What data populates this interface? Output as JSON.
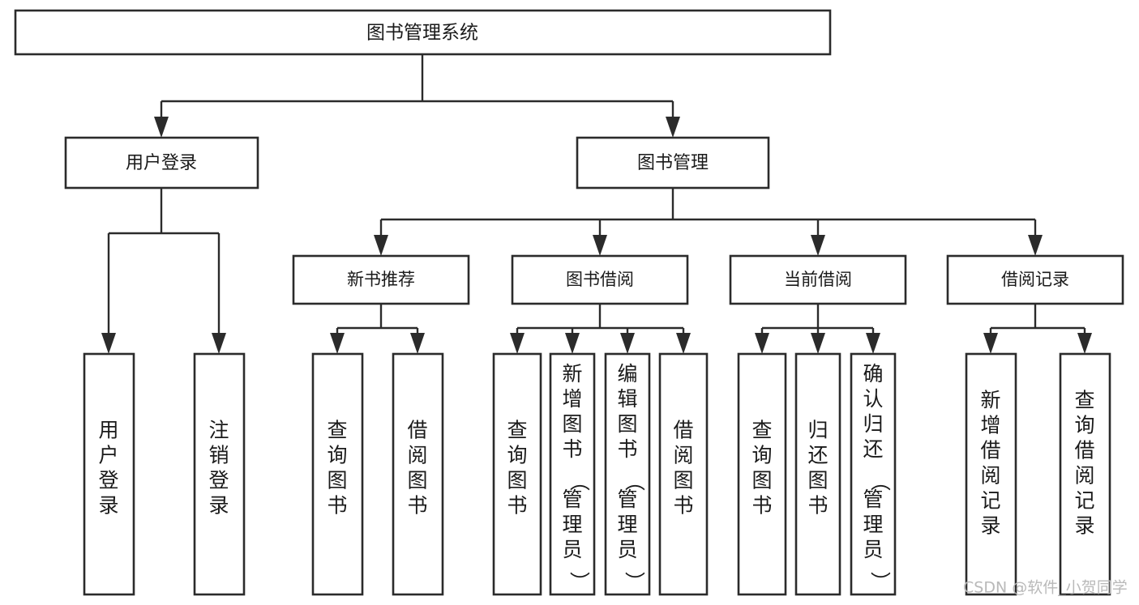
{
  "diagram": {
    "type": "tree-hierarchy",
    "title": "图书管理系统",
    "orientation": "top-down",
    "watermark": "CSDN @软件_小贺同学",
    "colors": {
      "box_stroke": "#2b2b2b",
      "box_fill": "#ffffff",
      "connector": "#2b2b2b",
      "text": "#1a1a1a",
      "watermark": "#b9b9b9",
      "background": "#ffffff"
    },
    "root": {
      "label": "图书管理系统"
    },
    "level2": [
      {
        "label": "用户登录"
      },
      {
        "label": "图书管理"
      }
    ],
    "level3": [
      {
        "label": "新书推荐"
      },
      {
        "label": "图书借阅"
      },
      {
        "label": "当前借阅"
      },
      {
        "label": "借阅记录"
      }
    ],
    "leaves": {
      "user_login": [
        {
          "label": "用户登录"
        },
        {
          "label": "注销登录"
        }
      ],
      "new_book_recommend": [
        {
          "label": "查询图书"
        },
        {
          "label": "借阅图书"
        }
      ],
      "book_borrow": [
        {
          "label": "查询图书"
        },
        {
          "label": "新增图书（管理员）"
        },
        {
          "label": "编辑图书（管理员）"
        },
        {
          "label": "借阅图书"
        }
      ],
      "current_borrow": [
        {
          "label": "查询图书"
        },
        {
          "label": "归还图书"
        },
        {
          "label": "确认归还（管理员）"
        }
      ],
      "borrow_record": [
        {
          "label": "新增借阅记录"
        },
        {
          "label": "查询借阅记录"
        }
      ]
    }
  }
}
